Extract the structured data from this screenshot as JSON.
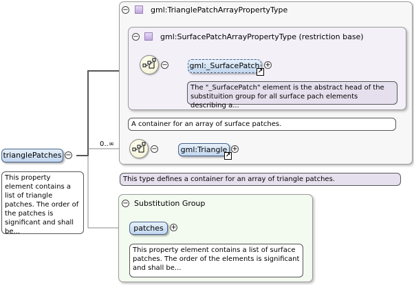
{
  "outer_type": {
    "title": "gml:TrianglePatchArrayPropertyType",
    "annotation": "This type defines a container for an array of triangle patches."
  },
  "inner_type": {
    "title": "gml:SurfacePatchArrayPropertyType (restriction base)",
    "annotation": "A container for an array of surface patches."
  },
  "surface_patch": {
    "label": "gml:_SurfacePatch",
    "annotation": "The \"_SurfacePatch\" element is the abstract head of the substituition group for all surface pach elements describing a..."
  },
  "triangle": {
    "label": "gml:Triangle",
    "cardinality": "0..∞"
  },
  "root": {
    "label": "trianglePatches",
    "annotation": "This property element contains a list of triangle patches. The order of the patches is significant and shall be..."
  },
  "substitution_group": {
    "title": "Substitution Group",
    "element_label": "patches",
    "annotation": "This property element contains a list of surface patches. The order of the elements is significant and shall be..."
  },
  "symbols": {
    "collapse": "−",
    "expand": "+",
    "link": "↗"
  },
  "colors": {
    "outer_panel": "#f7f7f7",
    "inner_panel": "#f3f0f8",
    "substitution_panel": "#f3faf0",
    "node": "#c2d7ef",
    "purple_note": "#e6e0ee",
    "sequence": "#f2efd2"
  }
}
